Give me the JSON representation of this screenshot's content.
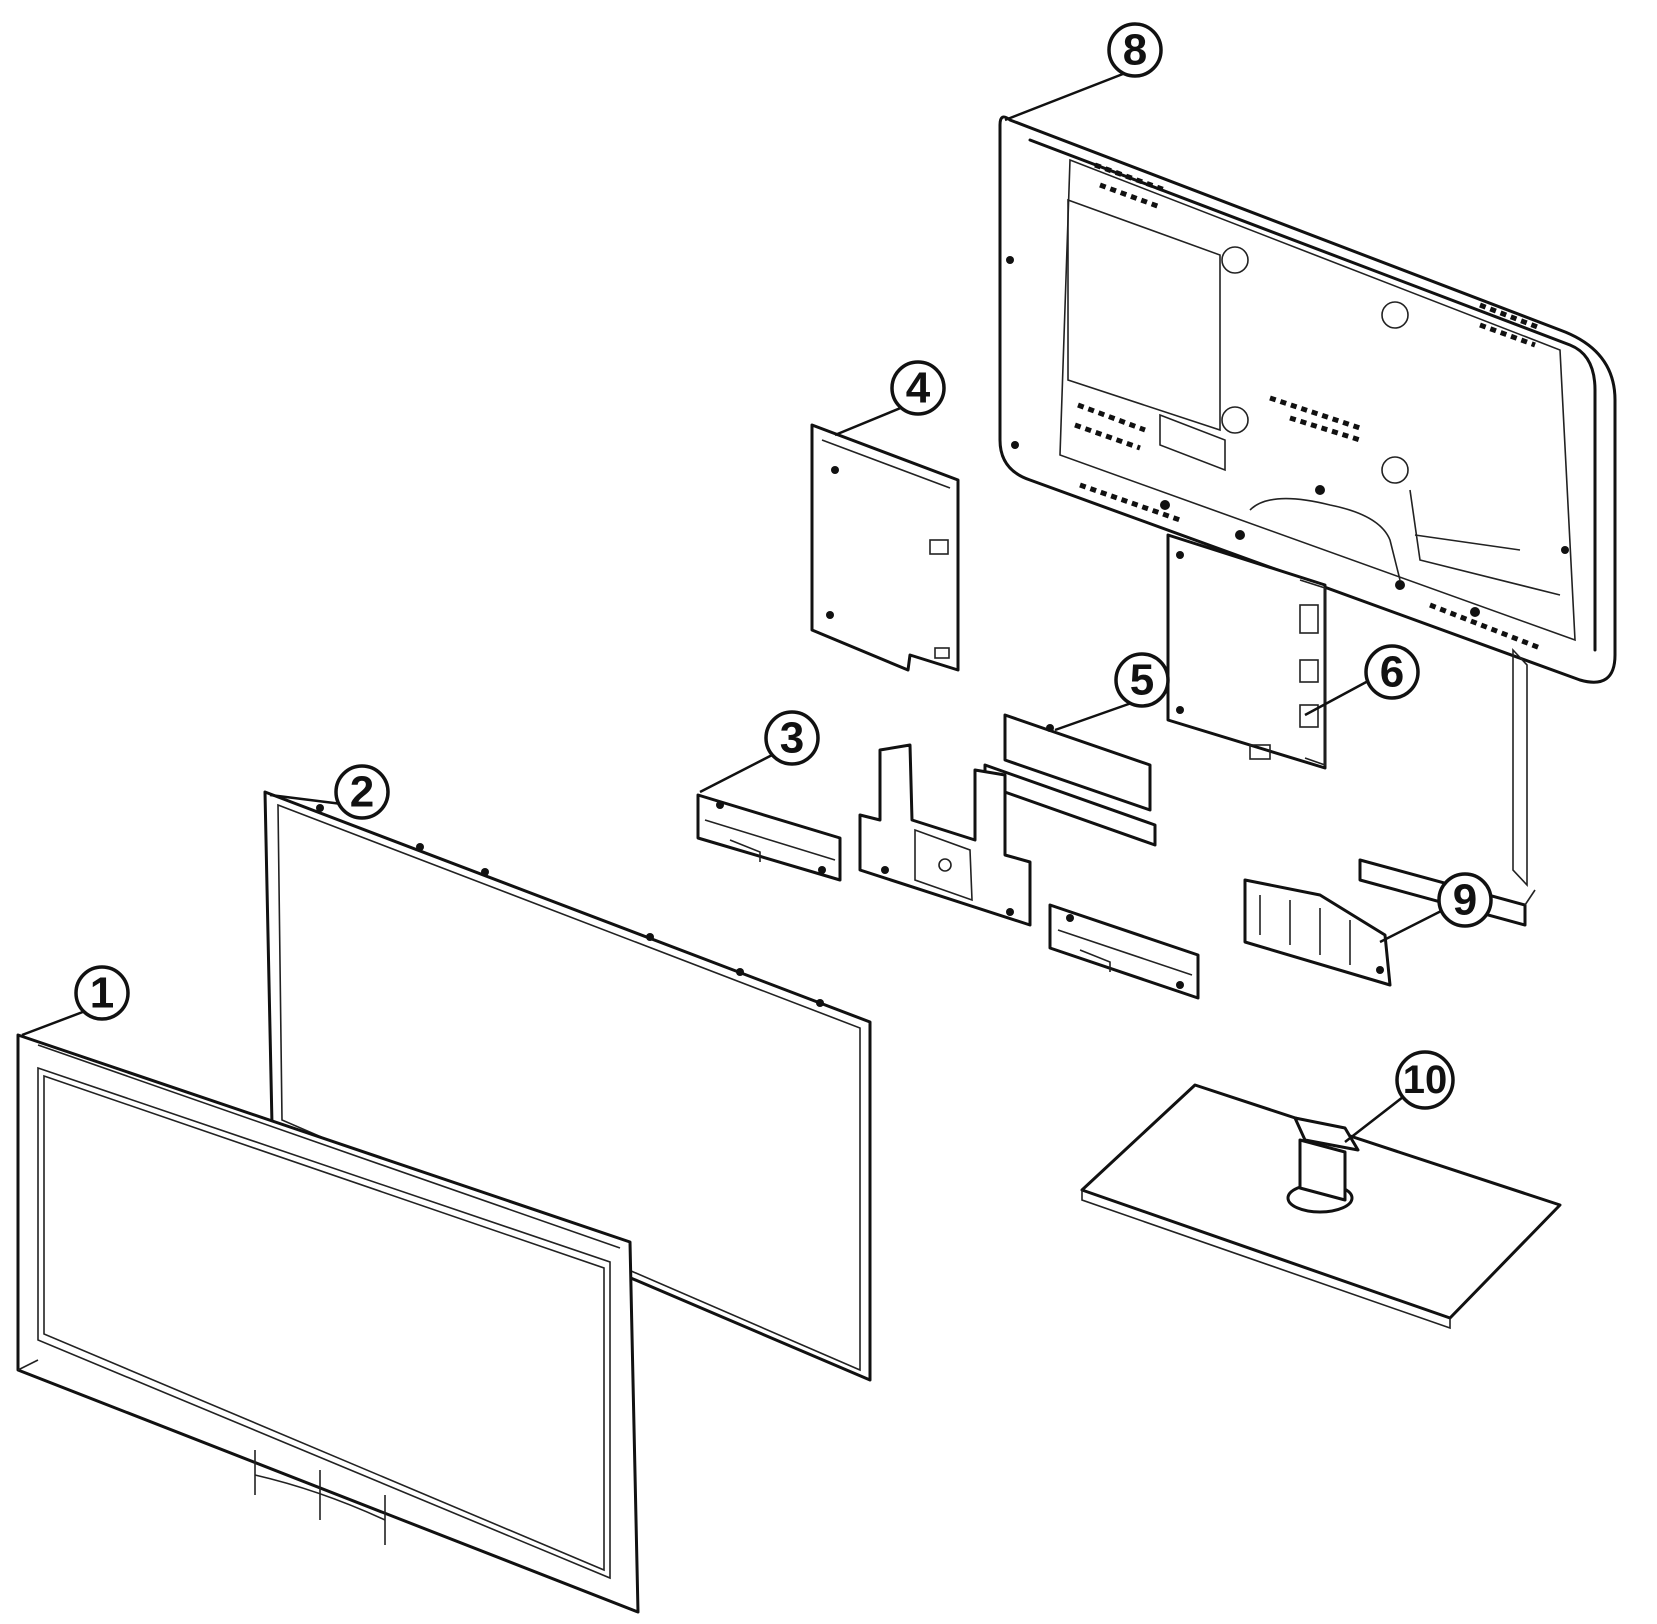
{
  "diagram": {
    "type": "exploded-parts-view",
    "callouts": [
      {
        "id": "1",
        "label": "1"
      },
      {
        "id": "2",
        "label": "2"
      },
      {
        "id": "3",
        "label": "3"
      },
      {
        "id": "4",
        "label": "4"
      },
      {
        "id": "5",
        "label": "5"
      },
      {
        "id": "6",
        "label": "6"
      },
      {
        "id": "8",
        "label": "8"
      },
      {
        "id": "9",
        "label": "9"
      },
      {
        "id": "10",
        "label": "10"
      }
    ]
  }
}
